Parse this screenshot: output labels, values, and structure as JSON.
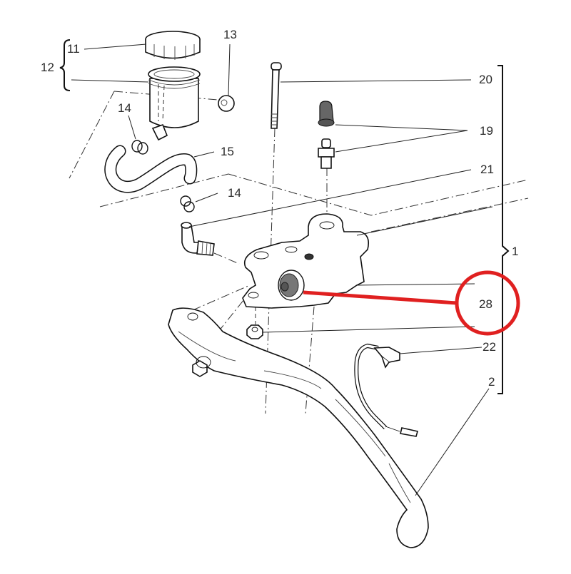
{
  "diagram": {
    "title": "Clutch master cylinder exploded parts view",
    "highlight": {
      "color": "#e02020",
      "circled_label": "28",
      "description": "Red circle and red line pointing from label 28 to the pivot bushing on the master cylinder body"
    },
    "labels": [
      {
        "id": "11",
        "text": "11",
        "part": "reservoir-cap"
      },
      {
        "id": "12",
        "text": "12",
        "part": "reservoir-assembly-bracket"
      },
      {
        "id": "13",
        "text": "13",
        "part": "reservoir-grommet-nut"
      },
      {
        "id": "14a",
        "text": "14",
        "part": "hose-clamp-upper"
      },
      {
        "id": "15",
        "text": "15",
        "part": "reservoir-hose"
      },
      {
        "id": "14b",
        "text": "14",
        "part": "hose-clamp-lower"
      },
      {
        "id": "20",
        "text": "20",
        "part": "pivot-bolt"
      },
      {
        "id": "19",
        "text": "19",
        "part": "bleeder-valve-and-cap"
      },
      {
        "id": "21",
        "text": "21",
        "part": "hose-fitting"
      },
      {
        "id": "1",
        "text": "1",
        "part": "master-cylinder-assembly-bracket"
      },
      {
        "id": "28",
        "text": "28",
        "part": "pivot-bushing"
      },
      {
        "id": "22",
        "text": "22",
        "part": "clutch-switch"
      },
      {
        "id": "2",
        "text": "2",
        "part": "clutch-lever"
      }
    ]
  }
}
